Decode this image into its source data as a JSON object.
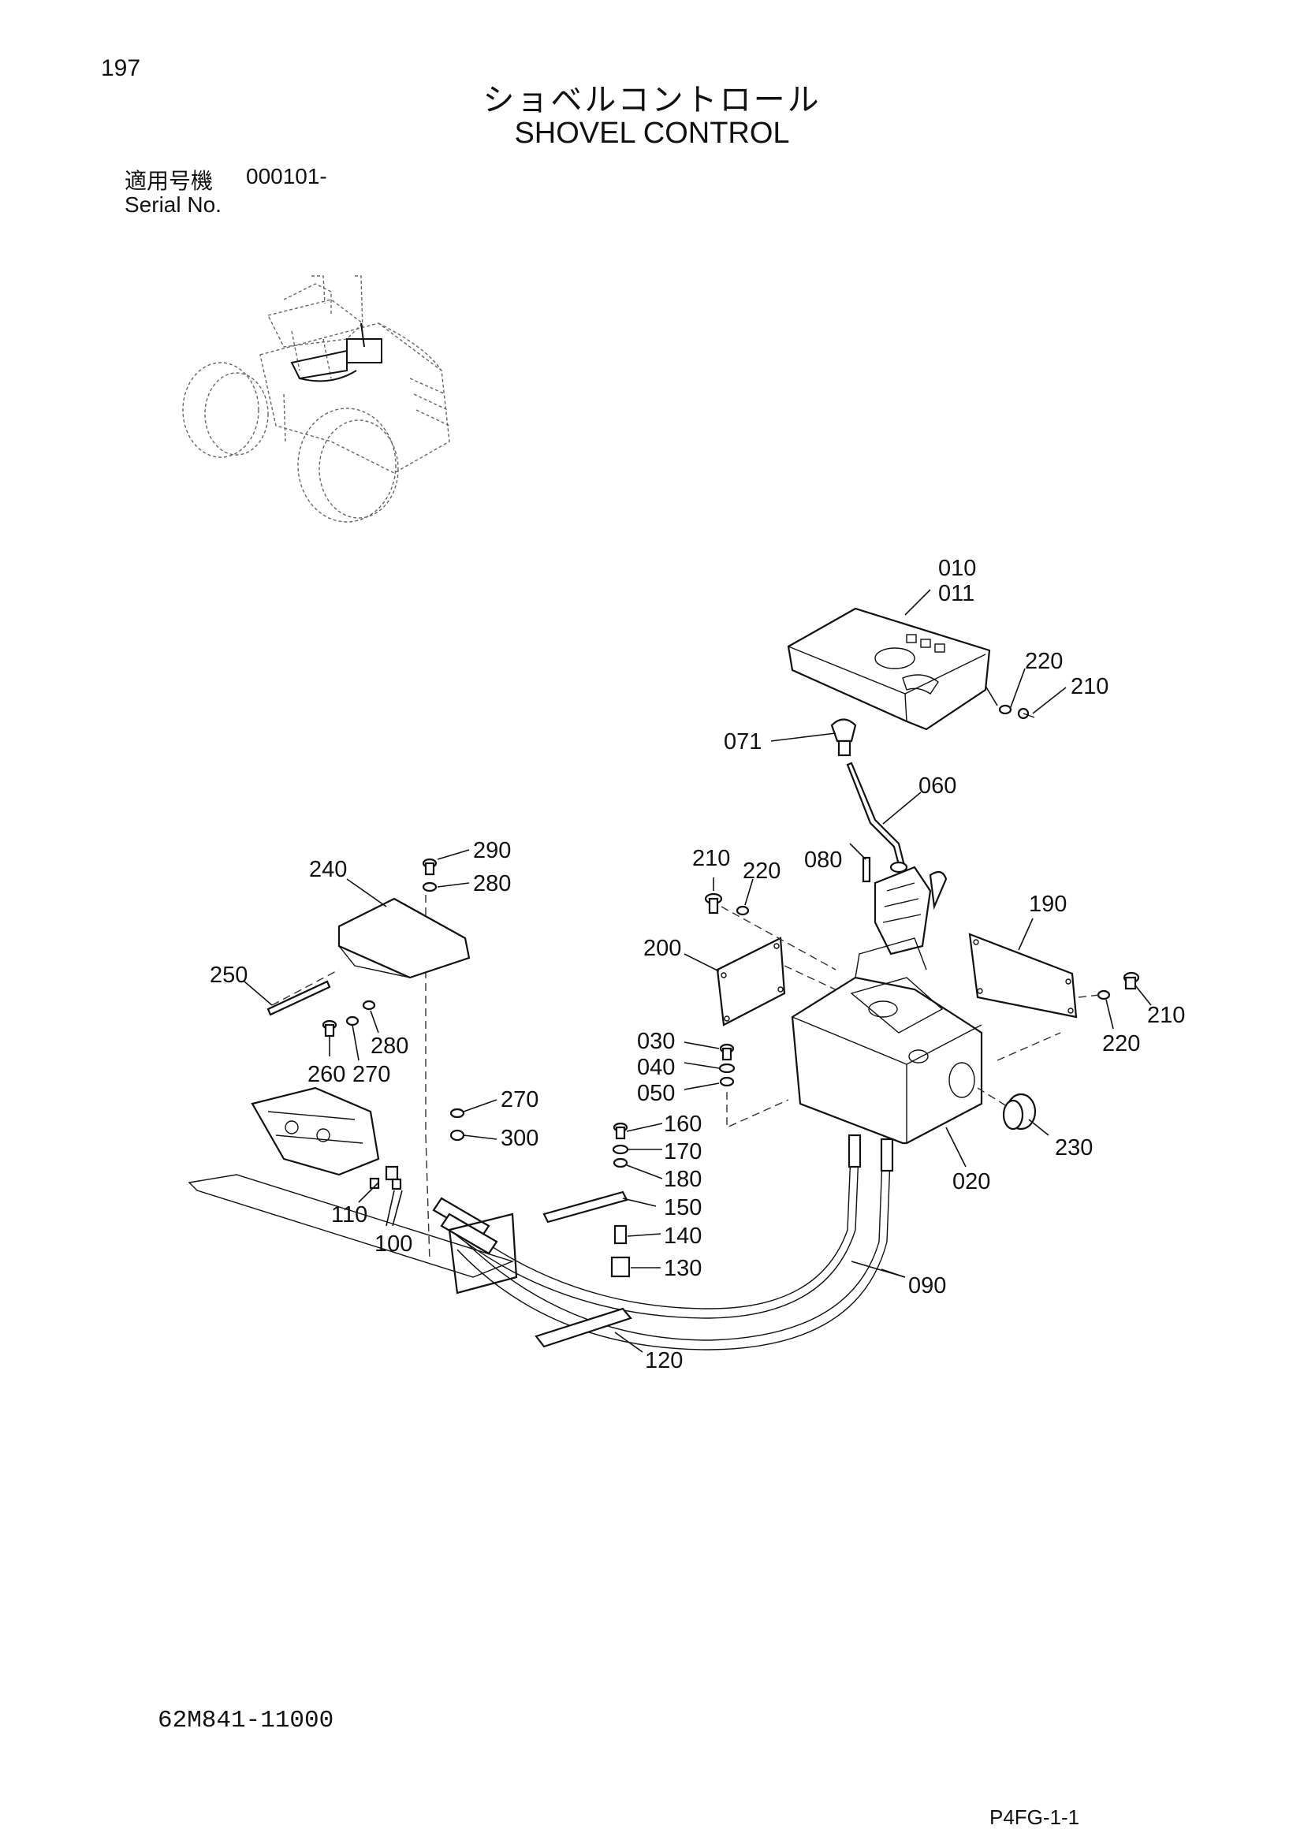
{
  "header": {
    "page_number": "197",
    "title_jp": "ショベルコントロール",
    "title_en": "SHOVEL CONTROL",
    "serial_label_jp": "適用号機",
    "serial_value": "000101-",
    "serial_label_en": "Serial No."
  },
  "parts": {
    "p010": "010",
    "p011": "011",
    "p220a": "220",
    "p210a": "210",
    "p071": "071",
    "p060": "060",
    "p210b": "210",
    "p220b": "220",
    "p080": "080",
    "p190": "190",
    "p290": "290",
    "p280a": "280",
    "p240": "240",
    "p200": "200",
    "p250": "250",
    "p280b": "280",
    "p260": "260",
    "p270a": "270",
    "p030": "030",
    "p040": "040",
    "p050": "050",
    "p210c": "210",
    "p220c": "220",
    "p270b": "270",
    "p300": "300",
    "p160": "160",
    "p170": "170",
    "p180": "180",
    "p150": "150",
    "p140": "140",
    "p130": "130",
    "p110": "110",
    "p100": "100",
    "p020": "020",
    "p230": "230",
    "p090": "090",
    "p120": "120"
  },
  "footer": {
    "part_code": "62M841-11000",
    "page_code": "P4FG-1-1"
  }
}
